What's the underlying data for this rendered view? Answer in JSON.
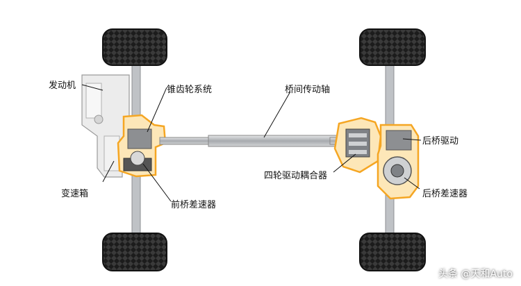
{
  "labels": {
    "engine": "发动机",
    "bevel_gear": "锥齿轮系统",
    "prop_shaft": "桥间传动轴",
    "coupler": "四轮驱动耦合器",
    "rear_drive": "后桥驱动",
    "rear_diff": "后桥差速器",
    "gearbox": "变速箱",
    "front_diff": "前桥差速器"
  },
  "watermark": "头条 @天和Auto",
  "colors": {
    "highlight": "#f5a623",
    "metal": "#b9bcc0",
    "tire": "#1c1c1c",
    "engine_block": "#e9e9e9"
  }
}
